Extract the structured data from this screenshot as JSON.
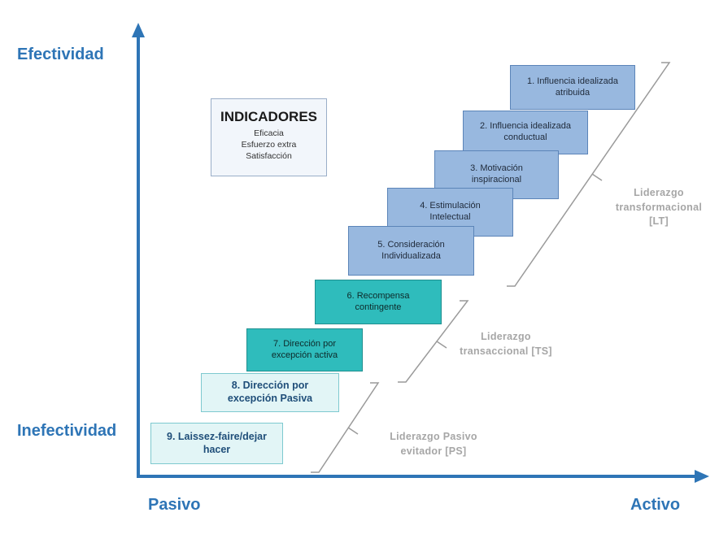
{
  "axes": {
    "y_top": "Efectividad",
    "y_bottom": "Inefectividad",
    "x_left": "Pasivo",
    "x_right": "Activo"
  },
  "indicators": {
    "title": "INDICADORES",
    "items": [
      "Eficacia",
      "Esfuerzo extra",
      "Satisfacción"
    ]
  },
  "factors": [
    {
      "line1": "1. Influencia idealizada",
      "line2": "atribuida"
    },
    {
      "line1": "2. Influencia idealizada",
      "line2": "conductual"
    },
    {
      "line1": "3. Motivación",
      "line2": "inspiracional"
    },
    {
      "line1": "4. Estimulación",
      "line2": "Intelectual"
    },
    {
      "line1": "5. Consideración",
      "line2": "Individualizada"
    },
    {
      "line1": "6. Recompensa",
      "line2": "contingente"
    },
    {
      "line1": "7. Dirección por",
      "line2": "excepción activa"
    },
    {
      "line1": "8. Dirección por",
      "line2": "excepción Pasiva"
    },
    {
      "line1": "9. Laissez-faire/dejar",
      "line2": "hacer"
    }
  ],
  "groups": {
    "lt": {
      "line1": "Liderazgo",
      "line2": "transformacional",
      "line3": "[LT]"
    },
    "ts": {
      "line1": "Liderazgo",
      "line2": "transaccional [TS]"
    },
    "ps": {
      "line1": "Liderazgo Pasivo",
      "line2": "evitador [PS]"
    }
  },
  "colors": {
    "axis": "#2e75b6",
    "transformational_box": "#98b8df",
    "transactional_box": "#2fbcbc",
    "passive_box": "#e2f5f6",
    "group_label": "#a6a6a6"
  }
}
